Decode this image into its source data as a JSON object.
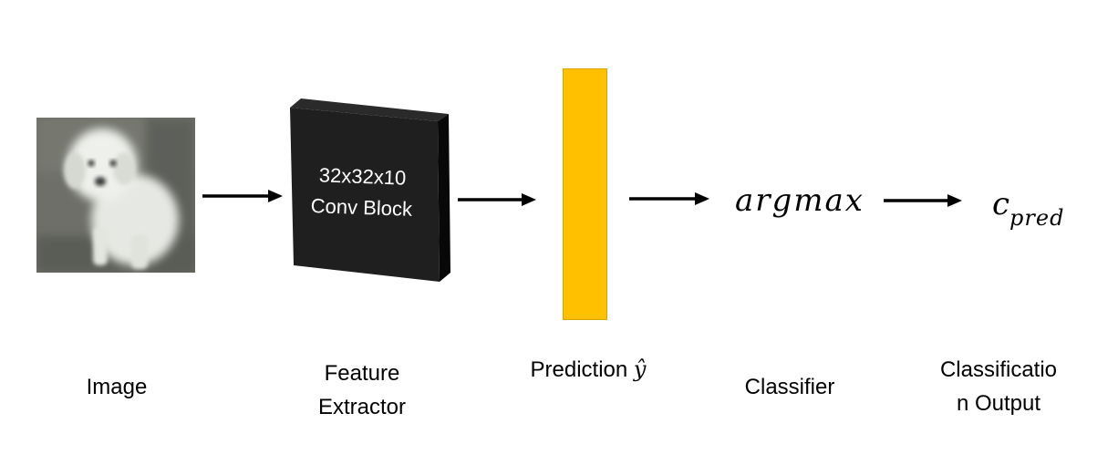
{
  "diagram": {
    "title": "",
    "nodes": [
      {
        "id": "image",
        "caption": "Image"
      },
      {
        "id": "feature-extractor",
        "caption_lines": [
          "Feature",
          "Extractor"
        ],
        "box_lines": [
          "32x32x10",
          "Conv Block"
        ]
      },
      {
        "id": "prediction",
        "caption": "Prediction",
        "symbol": "ŷ"
      },
      {
        "id": "classifier",
        "caption": "Classifier",
        "expression": "argmax"
      },
      {
        "id": "classification-output",
        "caption_lines": [
          "Classificatio",
          "n Output"
        ],
        "expression_base": "c",
        "expression_sub": "pred"
      }
    ],
    "edges": [
      {
        "from": "image",
        "to": "feature-extractor"
      },
      {
        "from": "feature-extractor",
        "to": "prediction"
      },
      {
        "from": "prediction",
        "to": "classifier"
      },
      {
        "from": "classifier",
        "to": "classification-output"
      }
    ]
  },
  "colors": {
    "conv_block_front": "#1f1f1f",
    "conv_block_side": "#0b0b0b",
    "prediction_bar": "#ffc000",
    "arrow": "#000000",
    "background": "#ffffff"
  },
  "icons": {
    "input_image": "blurred-dog-photo",
    "arrow": "right-arrow-icon"
  }
}
